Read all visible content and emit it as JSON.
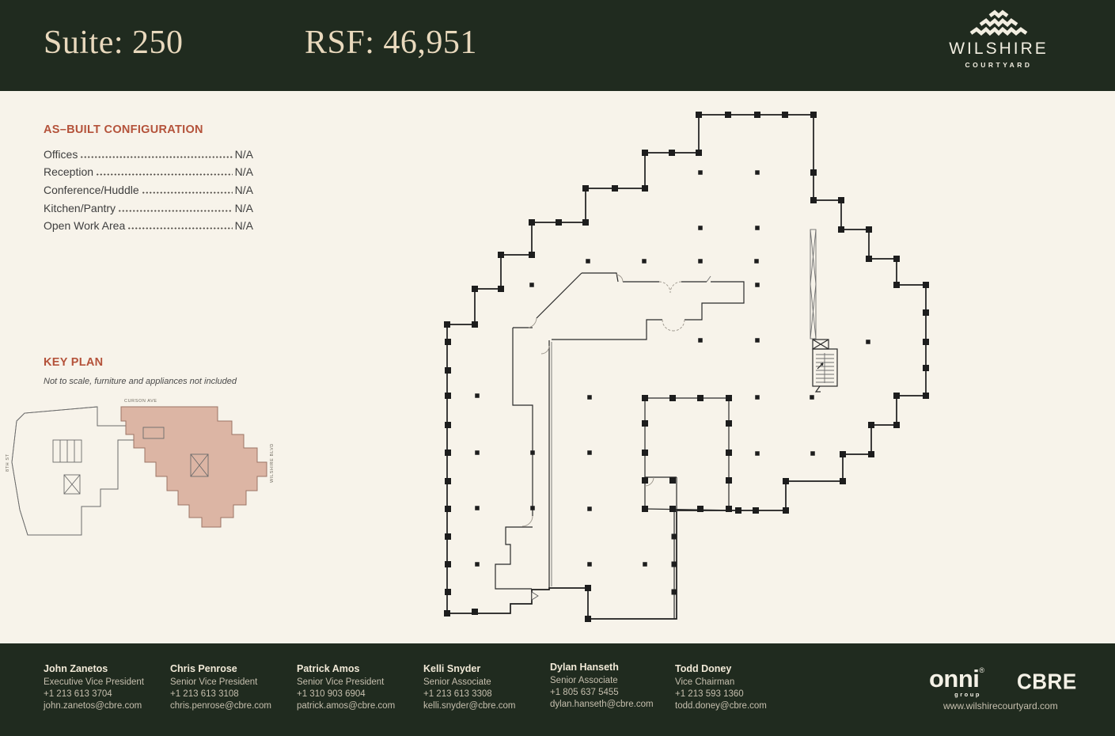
{
  "header": {
    "suite": "Suite: 250",
    "rsf": "RSF: 46,951",
    "brand": {
      "name": "WILSHIRE",
      "sub": "COURTYARD"
    }
  },
  "as_built": {
    "title": "AS–BUILT CONFIGURATION",
    "rows": [
      {
        "label": "Offices",
        "value": "N/A"
      },
      {
        "label": "Reception",
        "value": "N/A"
      },
      {
        "label": "Conference/Huddle",
        "value": "N/A"
      },
      {
        "label": "Kitchen/Pantry",
        "value": "N/A"
      },
      {
        "label": "Open Work Area",
        "value": "N/A"
      }
    ]
  },
  "key_plan": {
    "title": "KEY PLAN",
    "note": "Not to scale, furniture and appliances not included",
    "streets": {
      "top": "CURSON AVE",
      "left": "8TH ST",
      "right": "WILSHIRE BLVD"
    }
  },
  "footer": {
    "contacts": [
      {
        "name": "John Zanetos",
        "title": "Executive Vice President",
        "phone": "+1 213 613 3704",
        "email": "john.zanetos@cbre.com"
      },
      {
        "name": "Chris Penrose",
        "title": "Senior Vice President",
        "phone": "+1 213 613 3108",
        "email": "chris.penrose@cbre.com"
      },
      {
        "name": "Patrick Amos",
        "title": "Senior Vice President",
        "phone": "+1 310 903 6904",
        "email": "patrick.amos@cbre.com"
      },
      {
        "name": "Kelli Snyder",
        "title": "Senior Associate",
        "phone": "+1 213 613 3308",
        "email": "kelli.snyder@cbre.com"
      },
      {
        "name": "Dylan Hanseth",
        "title": "Senior Associate",
        "phone": "+1 805 637 5455",
        "email": "dylan.hanseth@cbre.com"
      },
      {
        "name": "Todd Doney",
        "title": "Vice Chairman",
        "phone": "+1 213 593 1360",
        "email": "todd.doney@cbre.com"
      }
    ],
    "logos": {
      "onni": "onni",
      "onni_reg": "®",
      "onni_sub": "group",
      "cbre": "CBRE"
    },
    "website": "www.wilshirecourtyard.com"
  },
  "colors": {
    "header_bg": "#202b1f",
    "page_bg": "#f7f3ea",
    "accent_rust": "#b4523a",
    "header_text": "#e9d9bd",
    "key_plan_highlight": "#dcb5a4",
    "body_text": "#3e3e3e",
    "footer_secondary_text": "#c6bfae"
  }
}
